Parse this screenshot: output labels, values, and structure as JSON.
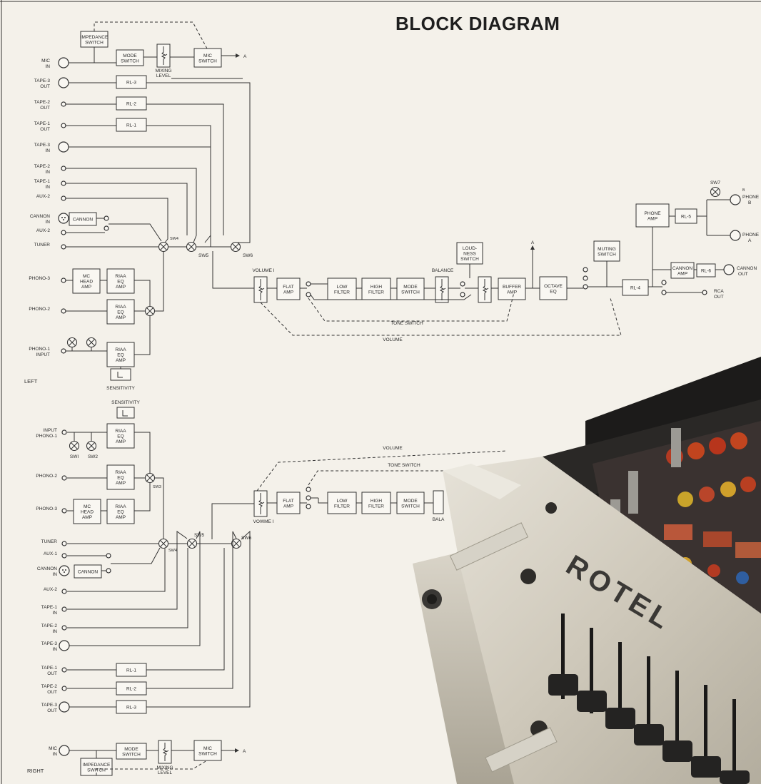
{
  "title": "BLOCK DIAGRAM",
  "photo_brand": "ROTEL",
  "channel_labels": {
    "left": "LEFT",
    "right": "RIGHT"
  },
  "left": {
    "inputs": [
      {
        "id": "mic",
        "l1": "MIC",
        "l2": "IN"
      },
      {
        "id": "tape3out",
        "l1": "TAPE-3",
        "l2": "OUT"
      },
      {
        "id": "tape2out",
        "l1": "TAPE-2",
        "l2": "OUT"
      },
      {
        "id": "tape1out",
        "l1": "TAPE-1",
        "l2": "OUT"
      },
      {
        "id": "tape3in",
        "l1": "TAPE-3",
        "l2": "IN"
      },
      {
        "id": "tape2in",
        "l1": "TAPE-2",
        "l2": "IN"
      },
      {
        "id": "tape1in",
        "l1": "TAPE-1",
        "l2": "IN"
      },
      {
        "id": "aux2a",
        "l1": "AUX-2",
        "l2": ""
      },
      {
        "id": "cannon",
        "l1": "CANNON",
        "l2": "IN"
      },
      {
        "id": "aux2b",
        "l1": "AUX-2",
        "l2": ""
      },
      {
        "id": "tuner",
        "l1": "TUNER",
        "l2": ""
      },
      {
        "id": "phono3",
        "l1": "PHONO-3",
        "l2": ""
      },
      {
        "id": "phono2",
        "l1": "PHONO-2",
        "l2": ""
      },
      {
        "id": "phono1",
        "l1": "PHONO-1",
        "l2": "INPUT"
      }
    ]
  },
  "right": {
    "inputs": [
      {
        "id": "phono1",
        "l1": "INPUT",
        "l2": "PHONO-1"
      },
      {
        "id": "phono2",
        "l1": "PHONO-2",
        "l2": ""
      },
      {
        "id": "phono3",
        "l1": "PHONO-3",
        "l2": ""
      },
      {
        "id": "tuner",
        "l1": "TUNER",
        "l2": ""
      },
      {
        "id": "aux1",
        "l1": "AUX-1",
        "l2": ""
      },
      {
        "id": "cannon",
        "l1": "CANNON",
        "l2": "IN"
      },
      {
        "id": "aux2",
        "l1": "AUX-2",
        "l2": ""
      },
      {
        "id": "tape1in",
        "l1": "TAPE-1",
        "l2": "IN"
      },
      {
        "id": "tape2in",
        "l1": "TAPE-2",
        "l2": "IN"
      },
      {
        "id": "tape3in",
        "l1": "TAPE-3",
        "l2": "IN"
      },
      {
        "id": "tape1out",
        "l1": "TAPE-1",
        "l2": "OUT"
      },
      {
        "id": "tape2out",
        "l1": "TAPE-2",
        "l2": "OUT"
      },
      {
        "id": "tape3out",
        "l1": "TAPE-3",
        "l2": "OUT"
      },
      {
        "id": "mic",
        "l1": "MIC",
        "l2": "IN"
      }
    ]
  },
  "blocks": {
    "impedance_switch": [
      "IMPEDANCE",
      "SWITCH"
    ],
    "mode_switch": [
      "MODE",
      "SWITCH"
    ],
    "mixing_level": [
      "MIXING",
      "LEVEL"
    ],
    "mic_switch": [
      "MIC",
      "SWITCH"
    ],
    "rl1": "RL-1",
    "rl2": "RL-2",
    "rl3": "RL-3",
    "rl4": "RL-4",
    "rl5": "RL-5",
    "rl6": "RL-6",
    "cannon": "CANNON",
    "mc_head_amp": [
      "MC",
      "HEAD",
      "AMP"
    ],
    "riaa_eq_amp": [
      "RIAA",
      "EQ",
      "AMP"
    ],
    "sensitivity": "SENSITIVITY",
    "volume1": "VOLUME I",
    "vowme1": "VOWME I",
    "flat_amp": [
      "FLAT",
      "AMP"
    ],
    "low_filter": [
      "LOW",
      "FILTER"
    ],
    "high_filter": [
      "HIGH",
      "FILTER"
    ],
    "balance": "BALANCE",
    "bala": "BALA",
    "loudness_switch": [
      "LOUD-",
      "NESS",
      "SWITCH"
    ],
    "buffer_amp": [
      "BUFFER",
      "AMP"
    ],
    "octave_eq": [
      "OCTAVE",
      "EQ"
    ],
    "muting_switch": [
      "MUTING",
      "SWITCH"
    ],
    "phone_amp": [
      "PHONE",
      "AMP"
    ],
    "cannon_amp": [
      "CANNON",
      "AMP"
    ],
    "tone_switch": "TONE SWITCH",
    "volume": "VOLUME"
  },
  "switches": {
    "sw1": "SWI",
    "sw2": "SW2",
    "sw3": "SW3",
    "sw4": "SW4",
    "sw5": "SW5",
    "sw6": "SW6",
    "sw7": "SW7"
  },
  "outputs": {
    "phone_b": [
      "PHONE",
      "B"
    ],
    "phone_a": [
      "PHONE",
      "A"
    ],
    "cannon_out": [
      "CANNON",
      "OUT"
    ],
    "rca_out": [
      "RCA",
      "OUT"
    ],
    "arrow_a": "A",
    "b_mark": "B"
  }
}
